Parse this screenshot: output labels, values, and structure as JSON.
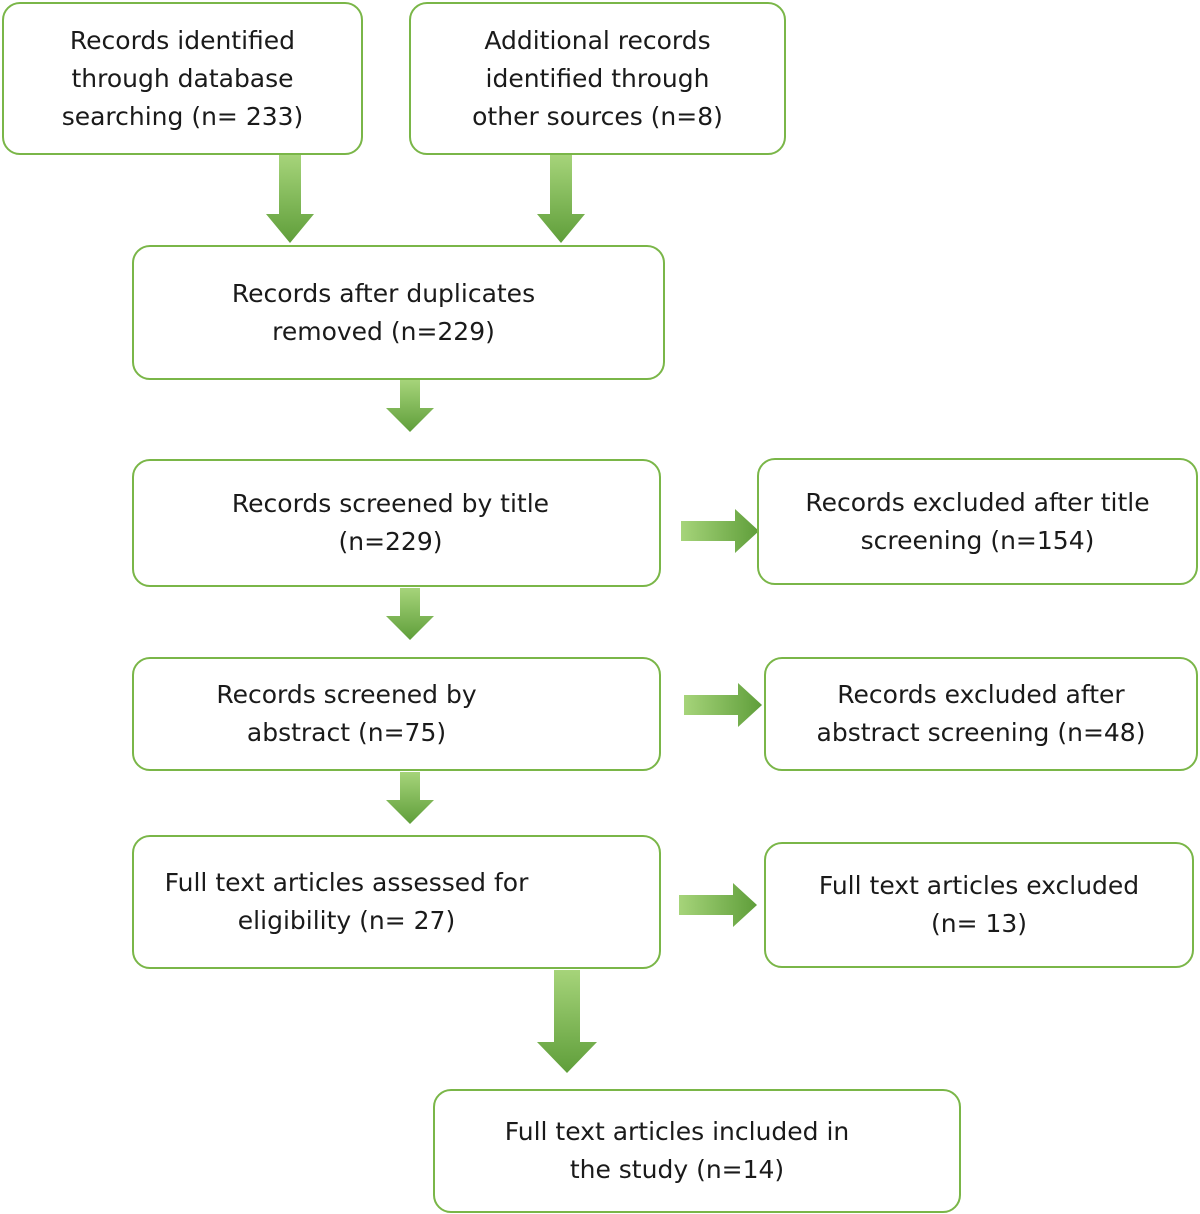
{
  "colors": {
    "border": "#7ab648",
    "arrow_light": "#a6d47a",
    "arrow_dark": "#5f9e3a",
    "text": "#1a1a1a"
  },
  "boxes": {
    "database": {
      "lines": [
        "Records identified",
        "through database",
        "searching (n= 233)"
      ]
    },
    "other_sources": {
      "lines": [
        "Additional records",
        "identified through",
        "other sources (n=8)"
      ]
    },
    "duplicates_removed": {
      "lines": [
        "Records after duplicates",
        "removed (n=229)"
      ]
    },
    "screened_title": {
      "lines": [
        "Records screened by title",
        "(n=229)"
      ]
    },
    "excluded_title": {
      "lines": [
        "Records excluded after title",
        "screening (n=154)"
      ]
    },
    "screened_abstract": {
      "lines": [
        "Records screened by",
        "abstract (n=75)"
      ]
    },
    "excluded_abstract": {
      "lines": [
        "Records excluded after",
        "abstract screening (n=48)"
      ]
    },
    "fulltext_assessed": {
      "lines": [
        "Full text articles assessed for",
        "eligibility (n= 27)"
      ]
    },
    "fulltext_excluded": {
      "lines": [
        "Full text articles excluded",
        "(n= 13)"
      ]
    },
    "included": {
      "lines": [
        "Full text articles included in",
        "the study (n=14)"
      ]
    }
  }
}
